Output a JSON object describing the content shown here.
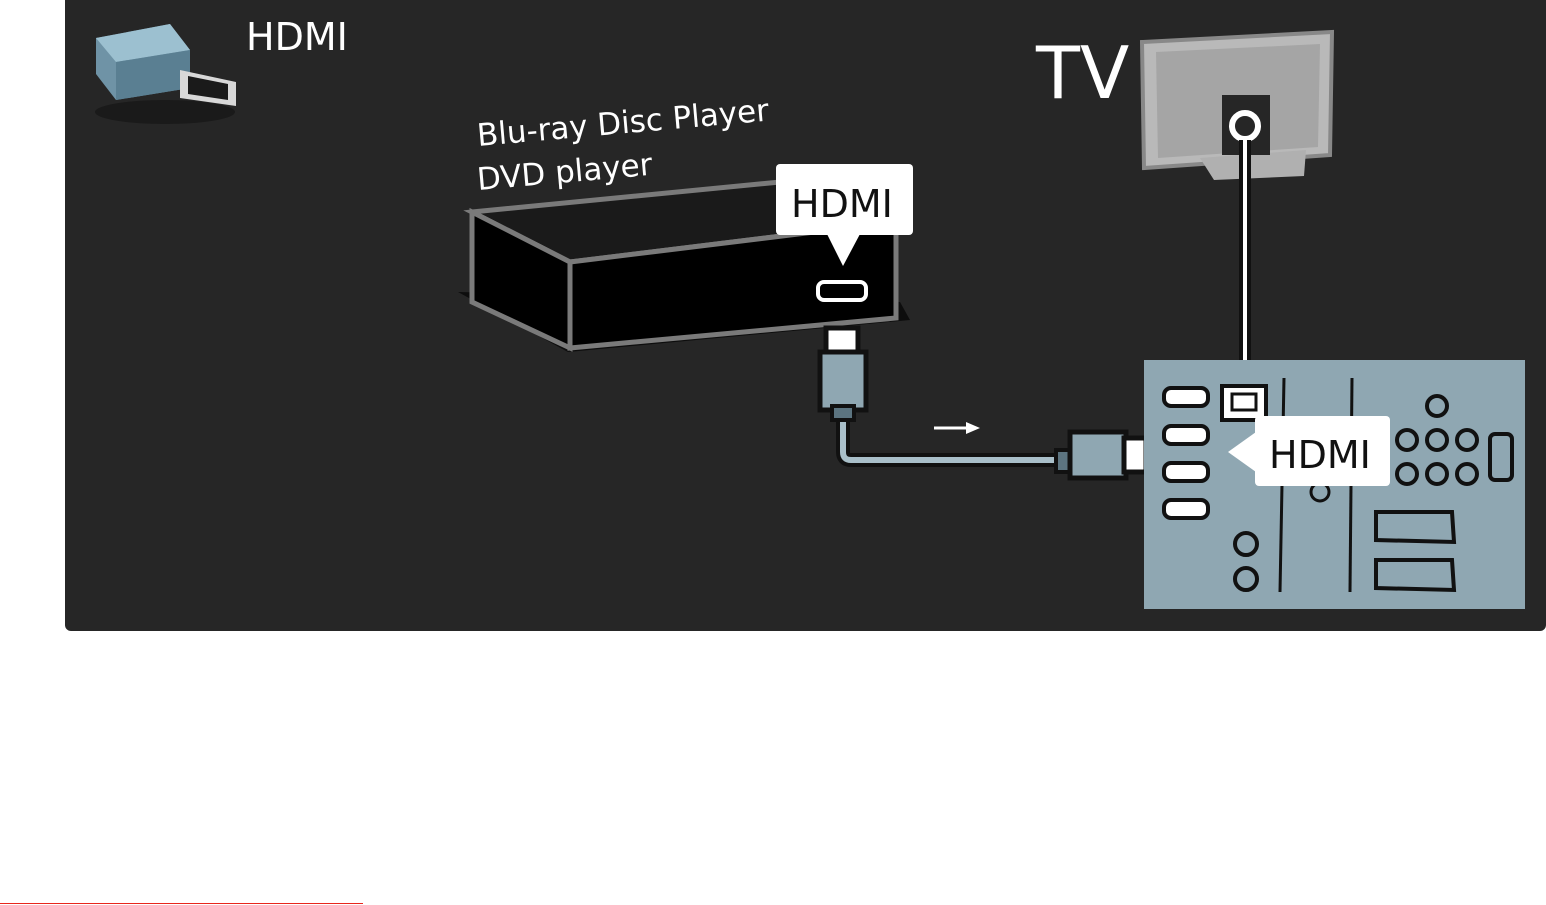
{
  "diagram": {
    "legend_label": "HDMI",
    "tv_label": "TV",
    "player_label_line1": "Blu-ray Disc Player",
    "player_label_line2": "DVD player",
    "player_port_callout": "HDMI",
    "tv_port_callout": "HDMI",
    "signal_direction": "player-to-tv"
  },
  "colors": {
    "background": "#262626",
    "panel_blue": "#8fa7b2",
    "cable": "#a9bfc9",
    "connector_black": "#111111",
    "text": "#ffffff",
    "footer_line": "#e8261c"
  },
  "icons": {
    "legend": "hdmi-connector-icon",
    "tv": "tv-monitor-icon",
    "player": "disc-player-box-icon"
  }
}
